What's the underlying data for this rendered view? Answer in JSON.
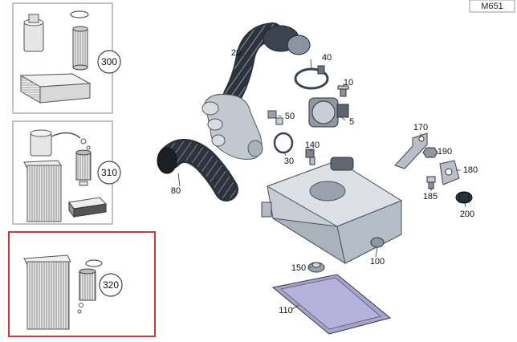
{
  "diagram_id": "M651",
  "colors": {
    "panel_border": "#8a8a8a",
    "highlight_border": "#c8383d",
    "part_fill": "#c7cdd5",
    "part_dark": "#3b4350",
    "filter_fill": "#a9a4cf"
  },
  "kit_panels": [
    {
      "label": "300"
    },
    {
      "label": "310"
    },
    {
      "label": "320"
    }
  ],
  "callouts": {
    "c20": "20",
    "c30": "30",
    "c40": "40",
    "c5": "5",
    "c10": "10",
    "c50": "50",
    "c80": "80",
    "c100": "100",
    "c110": "110",
    "c140": "140",
    "c150": "150",
    "c170": "170",
    "c180": "180",
    "c185": "185",
    "c190": "190",
    "c200": "200"
  }
}
